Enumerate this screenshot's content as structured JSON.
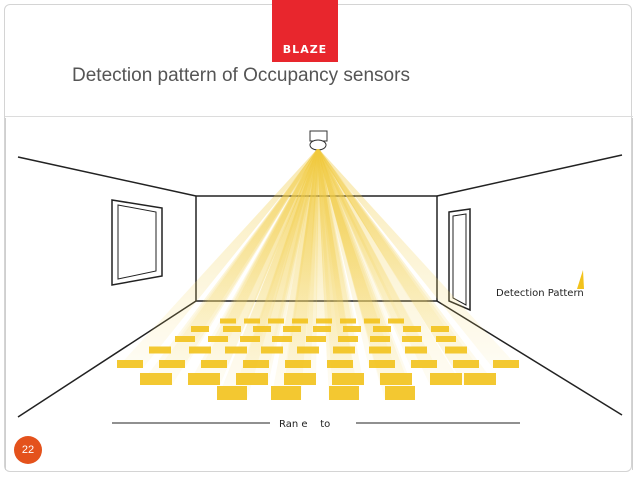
{
  "logo": {
    "text": "BLAZE"
  },
  "slide": {
    "title": "Detection pattern of Occupancy sensors",
    "page_number": "22"
  },
  "figure": {
    "legend_label": "Detection Pattern",
    "range_label": "Ran e    to"
  },
  "colors": {
    "brand_red": "#e8262d",
    "page_badge": "#e4521c",
    "beam_yellow": "#f3cf3c",
    "zone_yellow": "#f2c21c",
    "line_dark": "#222222"
  }
}
